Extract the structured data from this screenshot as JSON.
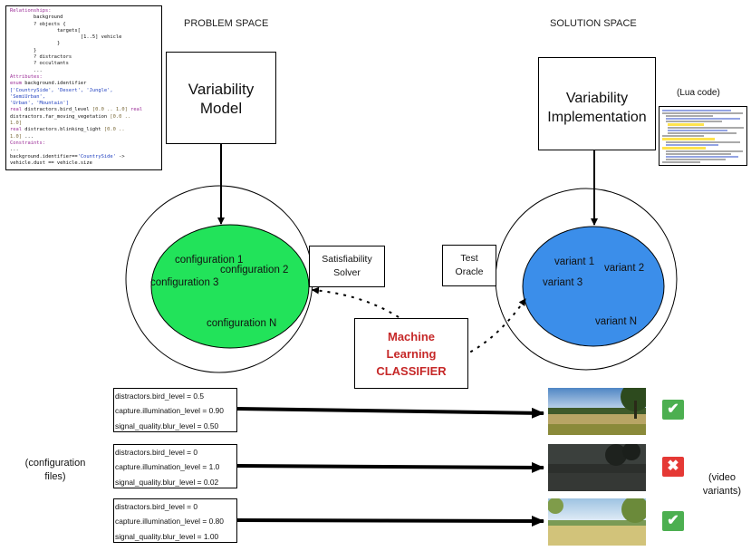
{
  "colors": {
    "configuration_ellipse": "#22e35a",
    "variant_ellipse": "#3b8eea",
    "classifier_text": "#c62828",
    "pass_badge": "#4caf50",
    "fail_badge": "#e53935"
  },
  "code_panel": {
    "relationships_header": "Relationships:",
    "l_background": "background",
    "l_objects": "? objects {",
    "l_targets": "targets[",
    "l_vehicle_range": "[1..5]",
    "l_vehicle": "vehicle",
    "l_close1": "}",
    "l_close2": "}",
    "l_distractors": "? distractors",
    "l_occultants": "? occultants",
    "l_ellipsis1": "...",
    "attributes_header": "Attributes:",
    "l_enum_kw": "enum",
    "l_enum_rest": "background.identifier",
    "l_enum_vals1": "['CountrySide', 'Desert', 'Jungle',",
    "l_enum_vals2": "'SemiUrban',",
    "l_enum_vals3": "'Urban', 'Mountain']",
    "l_real1_kw": "real",
    "l_real1": "distractors.bird_level",
    "l_real1_range": "[0.0 .. 1.0]",
    "l_real2_kw": "real",
    "l_real2": "distractors.far_moving_vegetation",
    "l_real2_range_a": "[0.0 ..",
    "l_real2_range_b": "1.0]",
    "l_real3_kw": "real",
    "l_real3": "distractors.blinking_light",
    "l_real3_range_a": "[0.0 ..",
    "l_real3_range_b": "1.0]",
    "l_real3_tail": "...",
    "constraints_header": "Constraints:",
    "l_ellipsis2": "...",
    "l_constraint1_a": "background.identifier==",
    "l_constraint1_str": "'CountrySide'",
    "l_constraint1_b": "->",
    "l_constraint2": "vehicle.dust == vehicle.size"
  },
  "headings": {
    "problem_space": "PROBLEM SPACE",
    "solution_space": "SOLUTION SPACE"
  },
  "variability_model": {
    "line1": "Variability",
    "line2": "Model"
  },
  "variability_implementation": {
    "line1": "Variability",
    "line2": "Implementation"
  },
  "lua_label": "(Lua code)",
  "configurations": {
    "c1": "configuration 1",
    "c2": "configuration 2",
    "c3": "configuration 3",
    "cn": "configuration N"
  },
  "variants": {
    "v1": "variant 1",
    "v2": "variant 2",
    "v3": "variant 3",
    "vn": "variant N"
  },
  "solver": {
    "line1": "Satisfiability",
    "line2": "Solver"
  },
  "oracle": {
    "line1": "Test",
    "line2": "Oracle"
  },
  "classifier": {
    "line1": "Machine",
    "line2": "Learning",
    "line3": "CLASSIFIER"
  },
  "config_files_label": {
    "line1": "(configuration",
    "line2": "files)"
  },
  "video_variants_label": {
    "line1": "(video",
    "line2": "variants)"
  },
  "config_rows": [
    {
      "bird": "distractors.bird_level = 0.5",
      "illum": "capture.illumination_level = 0.90",
      "blur": "signal_quality.blur_level = 0.50",
      "result": "pass",
      "symbol": "✔"
    },
    {
      "bird": "distractors.bird_level = 0",
      "illum": "capture.illumination_level = 1.0",
      "blur": "signal_quality.blur_level = 0.02",
      "result": "fail",
      "symbol": "✖"
    },
    {
      "bird": "distractors.bird_level = 0",
      "illum": "capture.illumination_level = 0.80",
      "blur": "signal_quality.blur_level = 1.00",
      "result": "pass",
      "symbol": "✔"
    }
  ]
}
